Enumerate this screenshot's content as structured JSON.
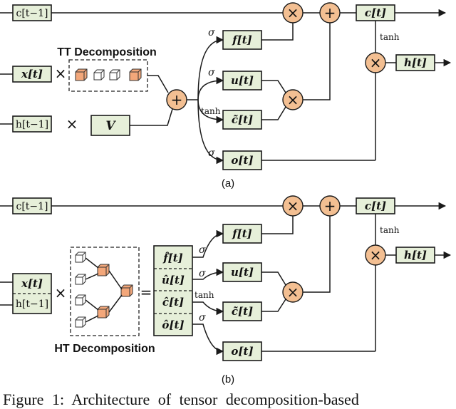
{
  "labels": {
    "c_prev": "c[t−1]",
    "c_t": "c[t]",
    "h_t": "h[t]",
    "x_t": "x[t]",
    "h_prev": "h[t−1]",
    "V": "V",
    "f_t": "f[t]",
    "u_t": "u[t]",
    "c_tilde": "c̃[t]",
    "o_t": "o[t]",
    "f_hat": "f̂[t]",
    "u_hat": "û[t]",
    "c_hat": "ĉ[t]",
    "o_hat": "ô[t]",
    "sigma": "σ",
    "tanh": "tanh",
    "times": "×",
    "equals": "="
  },
  "panel_a": {
    "tt_title": "TT Decomposition",
    "sublabel": "(a)"
  },
  "panel_b": {
    "ht_title": "HT Decomposition",
    "sublabel": "(b)"
  },
  "caption": "Figure 1:  Architecture of tensor decomposition-based",
  "colors": {
    "box_fill": "#e6efd9",
    "operator_fill": "#f3bf92",
    "core_fill": "#f3a77a"
  }
}
